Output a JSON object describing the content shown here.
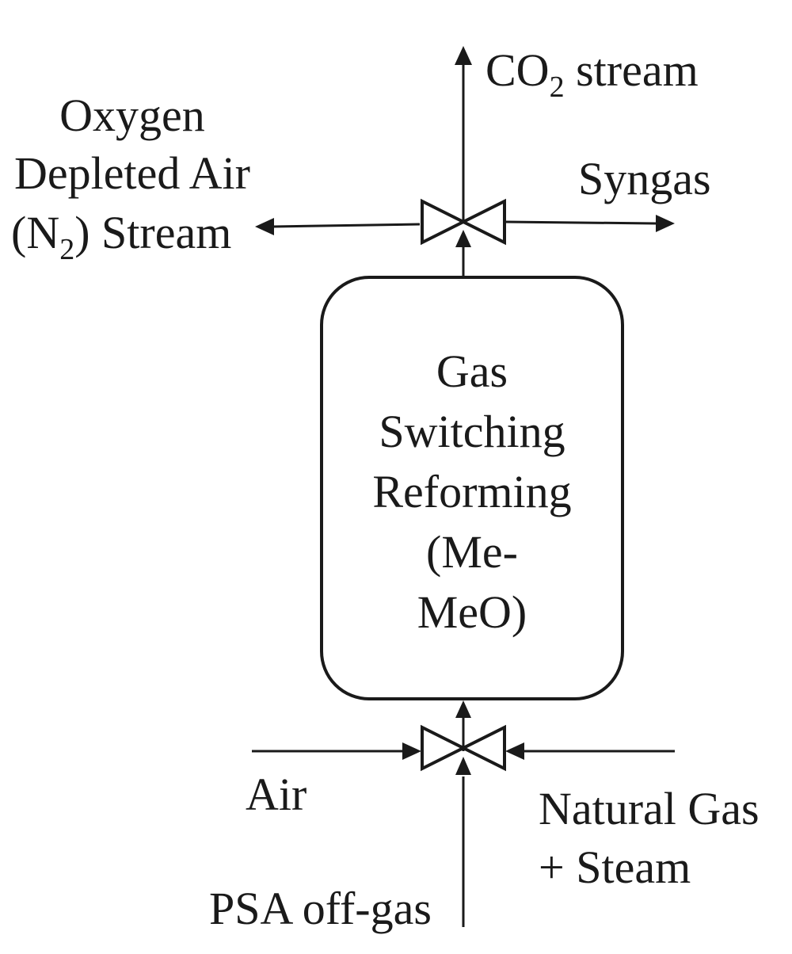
{
  "diagram": {
    "reactor": {
      "lines": [
        "Gas",
        "Switching",
        "Reforming",
        "(Me-",
        "MeO)"
      ]
    },
    "outputs": {
      "co2": {
        "main": "CO",
        "sub": "2",
        "rest": " stream"
      },
      "syngas": "Syngas",
      "n2": {
        "line1": "Oxygen",
        "line2": "Depleted Air",
        "line3_pre": "(N",
        "line3_sub": "2",
        "line3_post": ") Stream"
      }
    },
    "inputs": {
      "air": "Air",
      "natural_gas": [
        "Natural Gas",
        "+ Steam"
      ],
      "psa": "PSA off-gas"
    }
  }
}
